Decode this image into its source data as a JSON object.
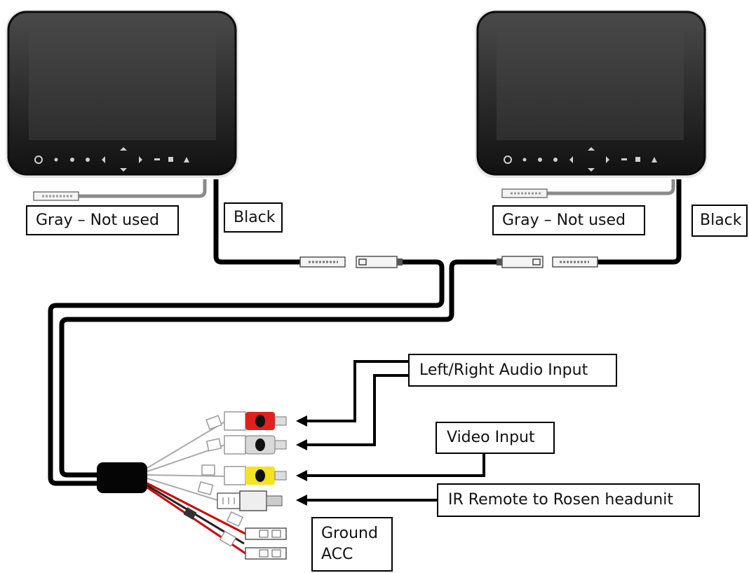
{
  "labels": {
    "left_gray": "Gray – Not used",
    "left_black": "Black",
    "right_gray": "Gray – Not used",
    "right_black": "Black",
    "audio": "Left/Right Audio Input",
    "video": "Video Input",
    "ir": "IR Remote to Rosen headunit",
    "ground": "Ground",
    "acc": "ACC"
  },
  "colors": {
    "cable": "#000000",
    "monitor_bezel": "#2a2a2a",
    "monitor_screen": "#3a3a3a",
    "rca_red": "#e0201f",
    "rca_white": "#d8d8d8",
    "rca_yellow": "#f3e321",
    "red_wire": "#d01010"
  }
}
